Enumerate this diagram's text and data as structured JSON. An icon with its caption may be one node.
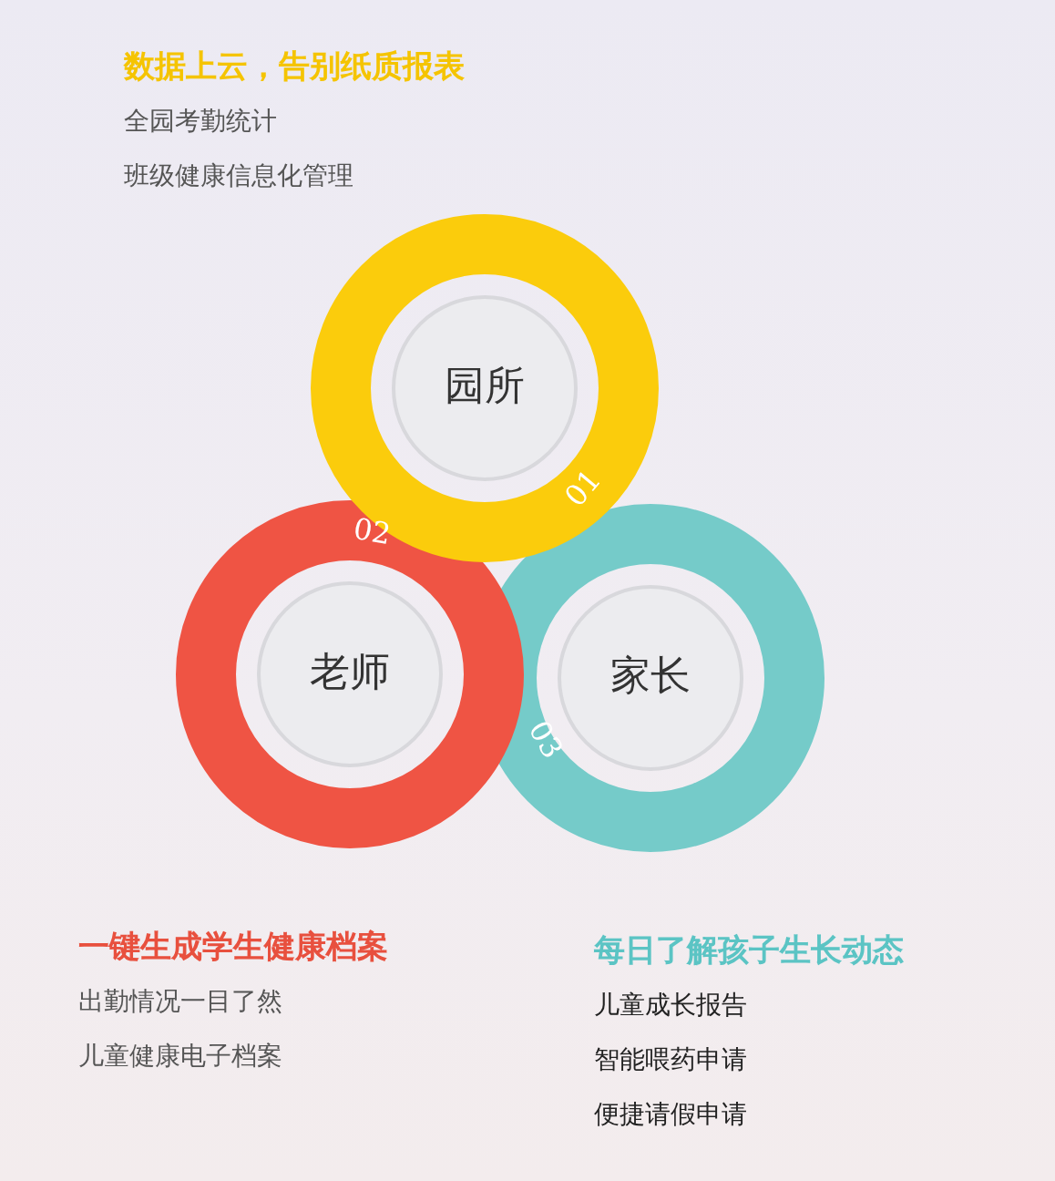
{
  "diagram": {
    "nodes": [
      {
        "text": [
          "园所",
          "01"
        ],
        "beside": [
          "数据上云，告别纸质报表",
          "全园考勤统计",
          "班级健康信息化管理"
        ]
      },
      {
        "text": [
          "老师",
          "02"
        ],
        "beside": [
          "一键生成学生健康档案",
          "出勤情况一目了然",
          "儿童健康电子档案"
        ]
      },
      {
        "text": [
          "家长",
          "03"
        ],
        "beside": [
          "每日了解孩子生长动态",
          "儿童成长报告",
          "智能喂药申请",
          "便捷请假申请"
        ]
      }
    ]
  }
}
